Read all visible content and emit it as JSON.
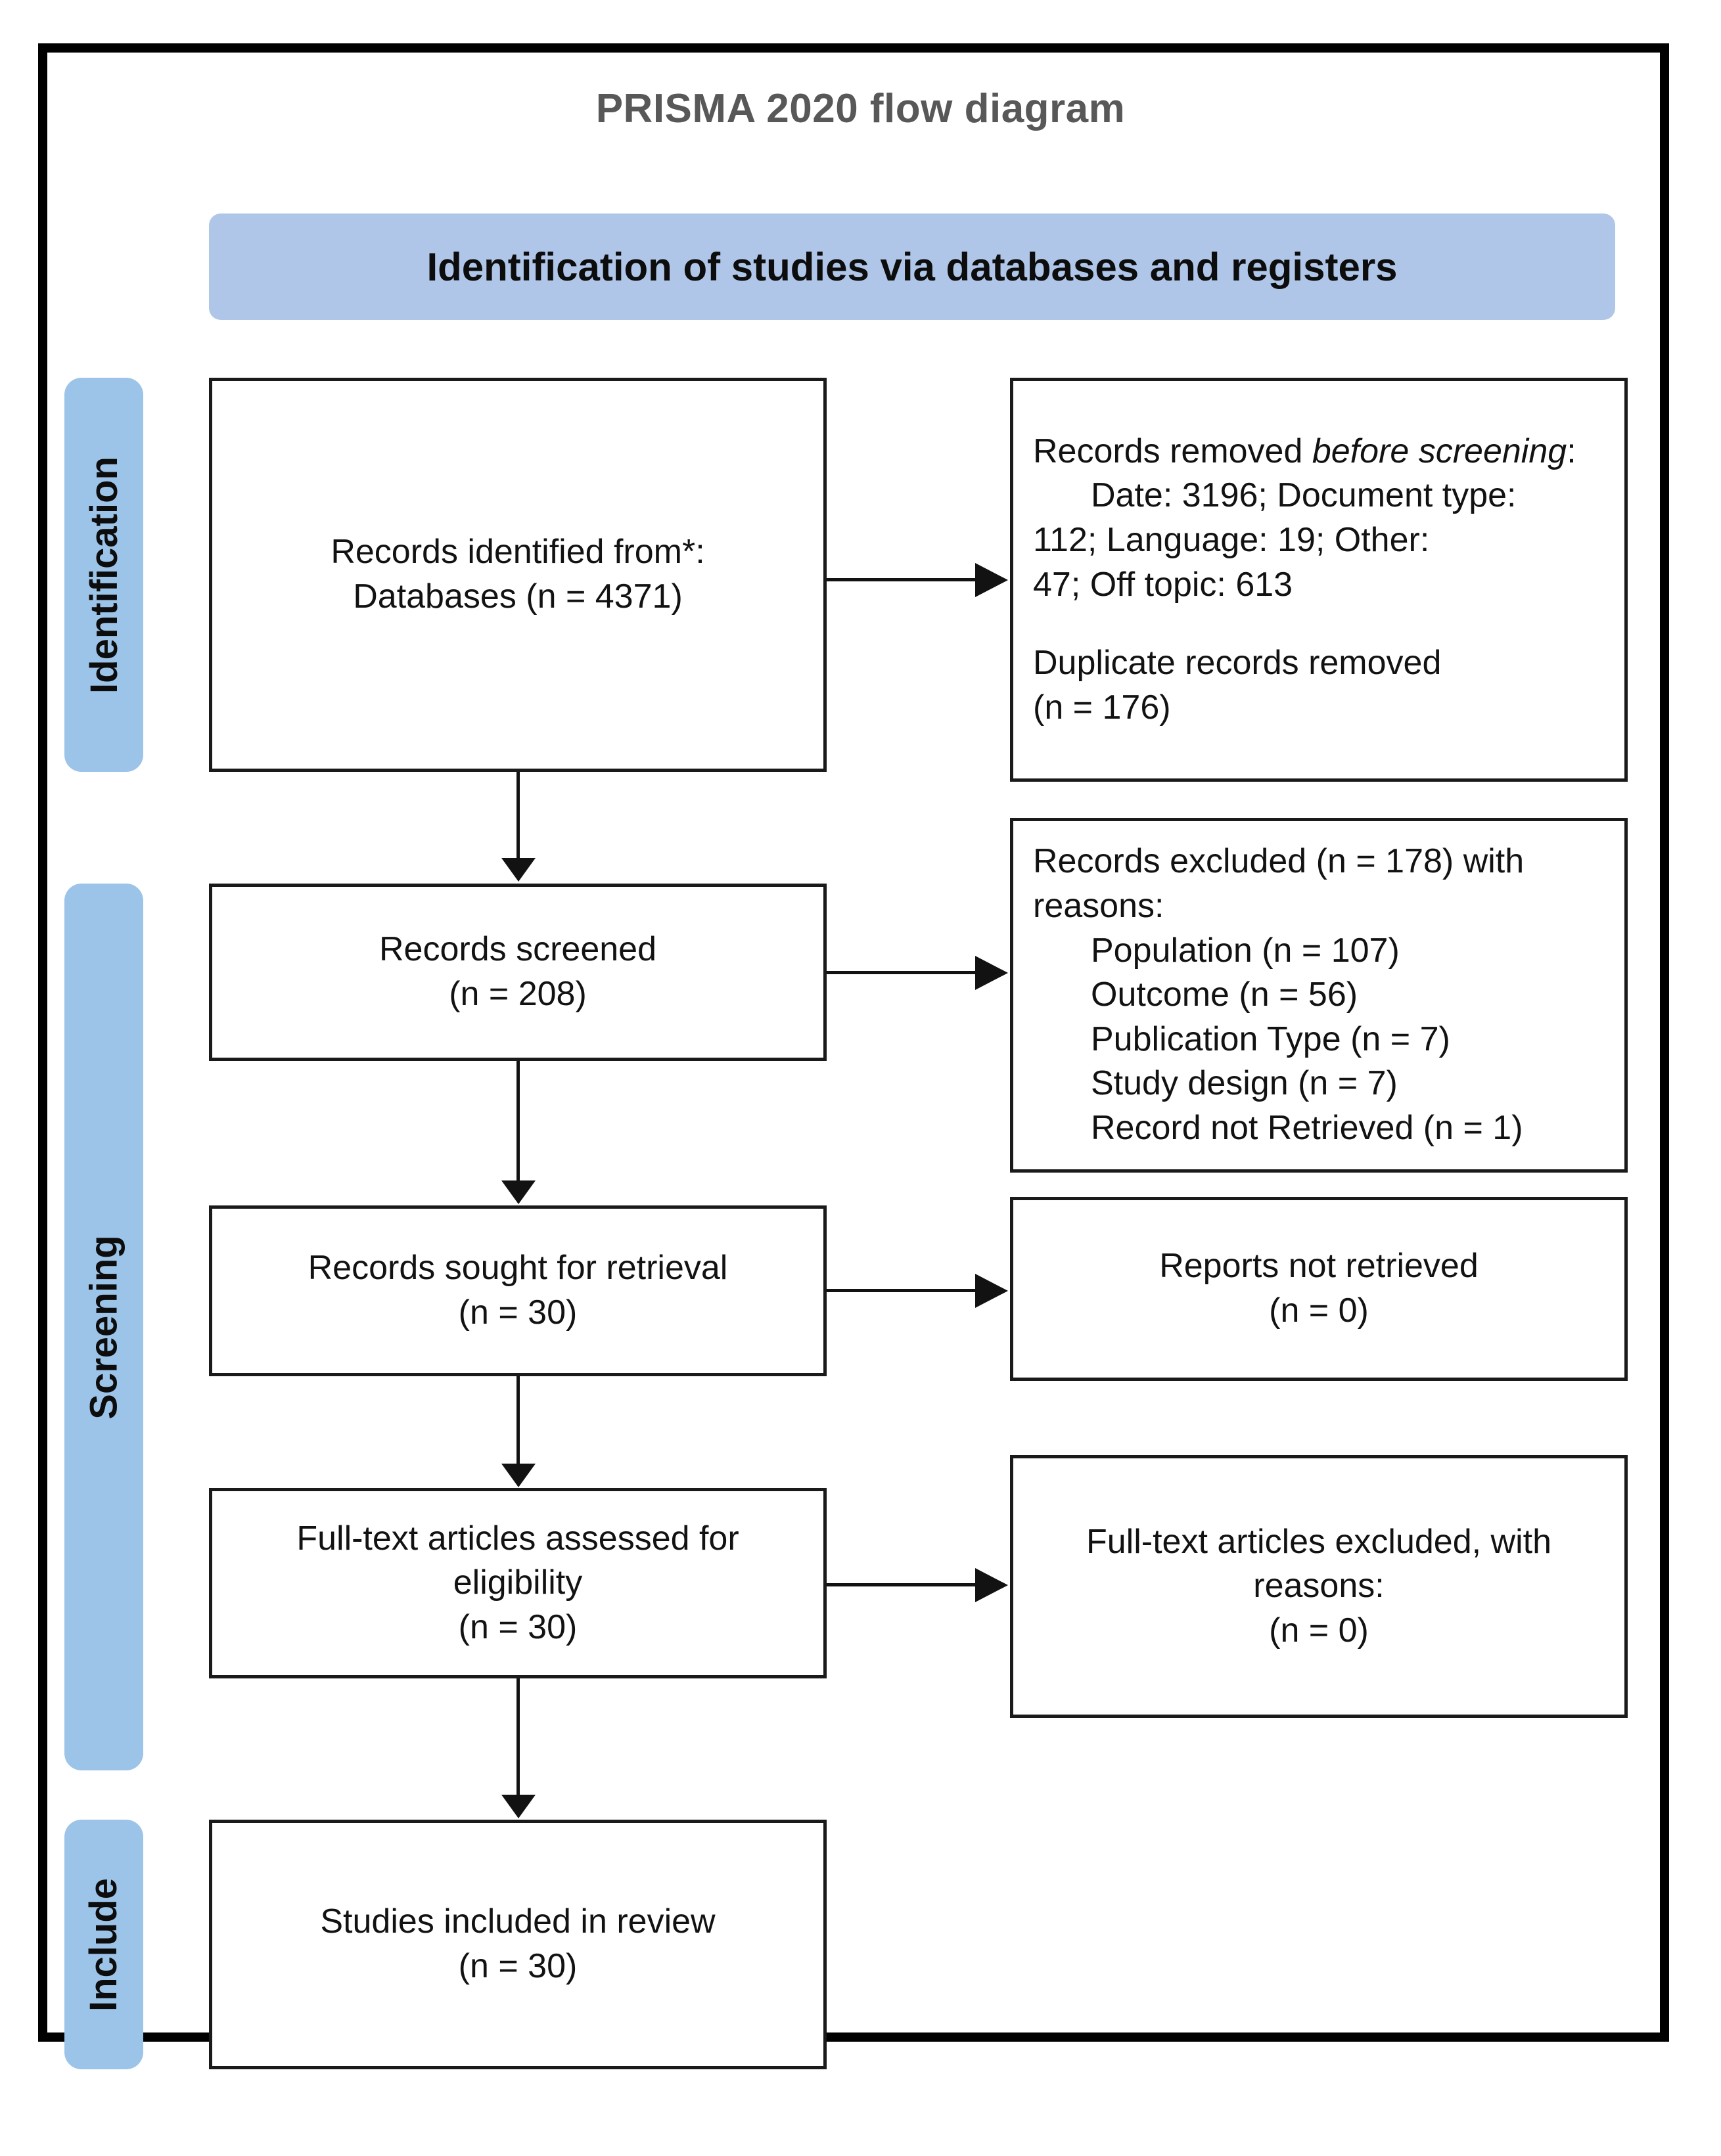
{
  "title": "PRISMA 2020 flow diagram",
  "banner": {
    "label": "Identification of studies via databases and registers"
  },
  "phases": {
    "identification": "Identification",
    "screening": "Screening",
    "include": "Include"
  },
  "boxes": {
    "identified": {
      "line1": "Records identified from*:",
      "line2": "Databases (n = 4371)"
    },
    "removed_before_screening": {
      "heading_prefix": "Records removed ",
      "heading_italic": "before screening",
      "heading_suffix": ":",
      "detail1": "Date: 3196; Document type:",
      "detail2": "112; Language: 19; Other:",
      "detail3": "47; Off topic: 613",
      "dup_line1": "Duplicate records removed",
      "dup_line2": "(n = 176)"
    },
    "screened": {
      "line1": "Records screened",
      "line2": "(n = 208)"
    },
    "excluded": {
      "heading1": "Records excluded (n = 178) with",
      "heading2": "reasons:",
      "reasons": [
        "Population (n = 107)",
        "Outcome (n = 56)",
        "Publication Type (n = 7)",
        "Study design (n = 7)",
        "Record not Retrieved (n = 1)"
      ]
    },
    "sought": {
      "line1": "Records sought for retrieval",
      "line2": "(n = 30)"
    },
    "not_retrieved": {
      "line1": "Reports not retrieved",
      "line2": "(n = 0)"
    },
    "fulltext_assessed": {
      "line1": "Full-text articles assessed for",
      "line2": "eligibility",
      "line3": "(n = 30)"
    },
    "fulltext_excluded": {
      "line1": "Full-text articles excluded, with",
      "line2": "reasons:",
      "line3": "(n = 0)"
    },
    "included": {
      "line1": "Studies included in review",
      "line2": "(n = 30)"
    }
  },
  "colors": {
    "banner_blue": "#afc6e8",
    "phase_blue": "#9cc3e8",
    "frame_black": "#000000",
    "title_gray": "#585858"
  }
}
